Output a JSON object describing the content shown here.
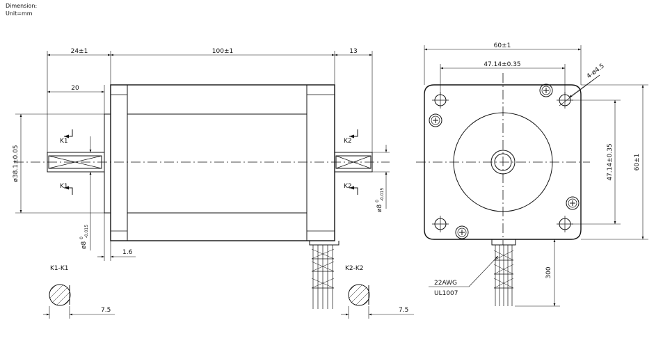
{
  "header": {
    "dimension_label": "Dimension:",
    "unit_label": "Unit=mm"
  },
  "side_view": {
    "flange_length": "24±1",
    "body_length": "100±1",
    "rear_shaft_length": "13",
    "front_shaft_length": "20",
    "pilot_diameter": "ø38.1±0.05",
    "flange_thickness": "1.6",
    "front_shaft_diameter_main": "ø8",
    "front_shaft_diameter_upper": "0",
    "front_shaft_diameter_lower": "-0.015",
    "rear_shaft_diameter_main": "ø8",
    "rear_shaft_diameter_upper": "0",
    "rear_shaft_diameter_lower": "-0.015",
    "section_k1_top": "K1",
    "section_k1_bottom": "K1",
    "section_k2_top": "K2",
    "section_k2_bottom": "K2"
  },
  "sections": {
    "k1_title": "K1-K1",
    "k1_flat": "7.5",
    "k2_title": "K2-K2",
    "k2_flat": "7.5"
  },
  "front_view": {
    "width": "60±1",
    "hole_spacing_horizontal": "47.14±0.35",
    "mount_holes": "4-ø4.5",
    "hole_spacing_vertical": "47.14±0.35",
    "height": "60±1",
    "lead_length": "300",
    "wire_gauge": "22AWG",
    "wire_type": "UL1007"
  }
}
